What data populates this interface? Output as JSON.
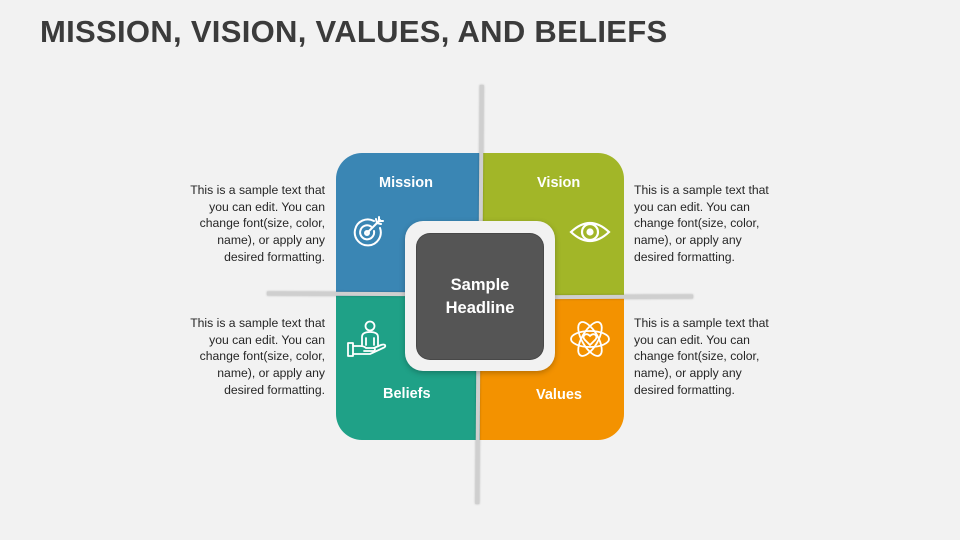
{
  "title": "MISSION, VISION, VALUES, AND BELIEFS",
  "center": {
    "line1": "Sample",
    "line2": "Headline"
  },
  "quadrants": {
    "mission": {
      "label": "Mission",
      "icon": "target-icon",
      "color": "#3a86b4"
    },
    "vision": {
      "label": "Vision",
      "icon": "eye-icon",
      "color": "#a2b628"
    },
    "beliefs": {
      "label": "Beliefs",
      "icon": "hand-person-icon",
      "color": "#1fa187"
    },
    "values": {
      "label": "Values",
      "icon": "atom-heart-icon",
      "color": "#f39200"
    }
  },
  "descriptions": {
    "top_left": [
      "This is a sample text that",
      "you can edit. You can",
      "change font(size, color,",
      "name), or apply any",
      "desired formatting."
    ],
    "bottom_left": [
      "This is a sample text that",
      "you can edit. You can",
      "change font(size, color,",
      "name), or apply any",
      "desired formatting."
    ],
    "top_right": [
      "This is a sample text that",
      "you can edit. You can",
      "change font(size, color,",
      "name), or apply any",
      "desired formatting."
    ],
    "bottom_right": [
      "This is a sample text that",
      "you can edit. You can",
      "change font(size, color,",
      "name), or apply any",
      "desired formatting."
    ]
  }
}
